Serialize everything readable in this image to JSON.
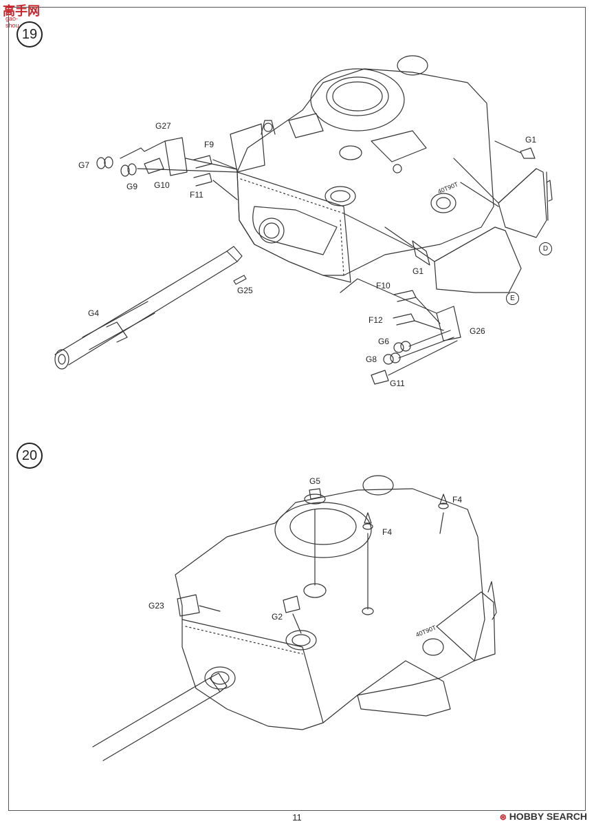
{
  "page": {
    "number": "11"
  },
  "watermarks": {
    "top_left": "高手网",
    "top_left_url": "gao-shou.com",
    "bottom_right_mark": "⊛",
    "bottom_right": "HOBBY SEARCH"
  },
  "steps": [
    {
      "number": "19",
      "labels": [
        "G27",
        "G7",
        "G9",
        "G10",
        "F9",
        "F11",
        "G1",
        "G1",
        "G25",
        "G4",
        "F10",
        "F12",
        "G6",
        "G8",
        "G11",
        "G26"
      ],
      "subassemblies": [
        "D",
        "E"
      ],
      "turret_marking": "40Т90Т"
    },
    {
      "number": "20",
      "labels": [
        "G5",
        "F4",
        "F4",
        "G23",
        "G2"
      ],
      "turret_marking": "40Т90Т"
    }
  ]
}
